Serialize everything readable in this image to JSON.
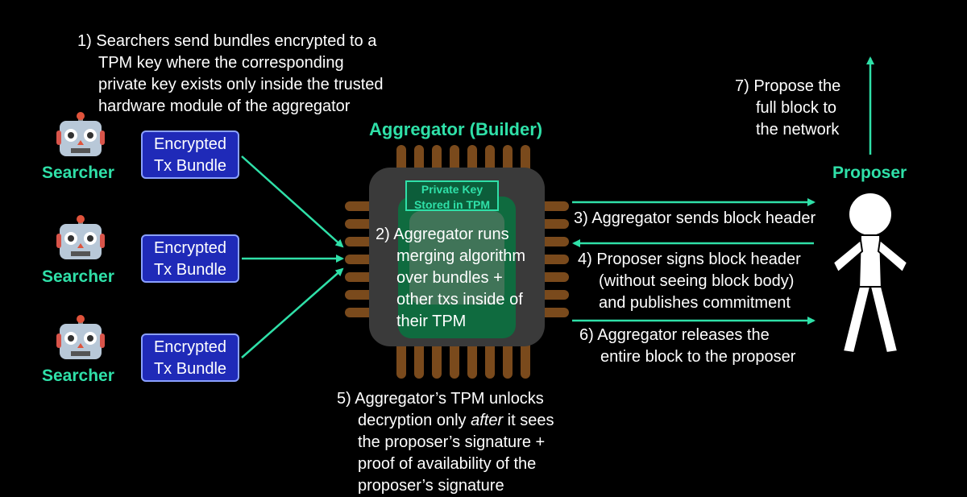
{
  "colors": {
    "accent_green": "#2fe0a8",
    "bundle_fill": "#1f2ab8",
    "pin_brown": "#7a4a1c",
    "chip_gray": "#3a3a3a",
    "tpm_green": "#0f6b3f"
  },
  "icons": {
    "searcher": "robot-icon",
    "proposer": "stick-figure-icon"
  },
  "step1": {
    "num": "1)",
    "lines": [
      "Searchers send bundles encrypted to a",
      "TPM key where the corresponding",
      "private key exists only inside the trusted",
      "hardware module of the aggregator"
    ]
  },
  "aggregator": {
    "title": "Aggregator (Builder)",
    "private_key_line1": "Private Key",
    "private_key_line2": "Stored in TPM"
  },
  "step2": {
    "num": "2)",
    "lines": [
      "Aggregator runs",
      "merging algorithm",
      "over bundles +",
      "other txs inside of",
      "their TPM"
    ]
  },
  "searchers": [
    {
      "label": "Searcher",
      "bundle_line1": "Encrypted",
      "bundle_line2": "Tx Bundle"
    },
    {
      "label": "Searcher",
      "bundle_line1": "Encrypted",
      "bundle_line2": "Tx Bundle"
    },
    {
      "label": "Searcher",
      "bundle_line1": "Encrypted",
      "bundle_line2": "Tx Bundle"
    }
  ],
  "proposer": {
    "label": "Proposer"
  },
  "step3": {
    "num": "3)",
    "text": "Aggregator sends block header"
  },
  "step4": {
    "num": "4)",
    "lines": [
      "Proposer signs block header",
      "(without seeing block body)",
      "and publishes commitment"
    ]
  },
  "step5": {
    "num": "5)",
    "line1": "Aggregator’s TPM unlocks",
    "line2_pre": "decryption only ",
    "line2_em": "after",
    "line2_post": " it sees",
    "line3": "the proposer’s signature +",
    "line4": "proof of availability of the",
    "line5": "proposer’s signature"
  },
  "step6": {
    "num": "6)",
    "lines": [
      "Aggregator releases the",
      "entire block to the proposer"
    ]
  },
  "step7": {
    "num": "7)",
    "lines": [
      "Propose the",
      "full block to",
      "the network"
    ]
  }
}
